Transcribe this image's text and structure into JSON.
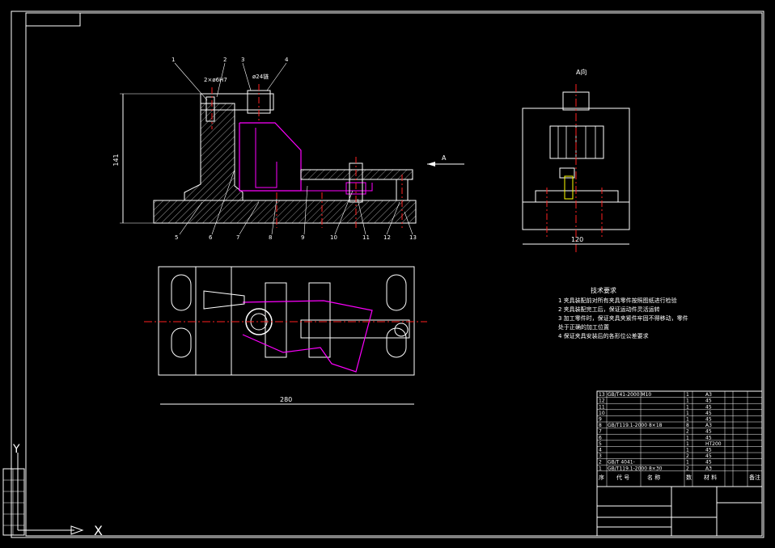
{
  "view_labels": {
    "a_view": "A向",
    "arrow_a": "A"
  },
  "dimensions": {
    "height": "141",
    "width_side": "120",
    "width_plan": "280",
    "fit": "2×ø6H7",
    "ref": "ø24链"
  },
  "part_callouts": [
    "1",
    "2",
    "3",
    "4",
    "5",
    "6",
    "7",
    "8",
    "9",
    "10",
    "11",
    "12",
    "13"
  ],
  "tech_requirements": {
    "title": "技术要求",
    "items": [
      "1  夹具装配前对所有夹具零件按照图纸进行检验",
      "2  夹具装配完工后，保证运动件灵活运转",
      "3  加工零件时，保证夹具夹紧件牢固不得移动，零件",
      "    处于正确的加工位置",
      "4  保证夹具安装后的各形位公差要求"
    ]
  },
  "bom": {
    "rows": [
      {
        "no": "13",
        "code": "GB/T41-2000 M10",
        "qty": "1",
        "mat": "A3"
      },
      {
        "no": "12",
        "code": "",
        "qty": "1",
        "mat": "45"
      },
      {
        "no": "11",
        "code": "",
        "qty": "1",
        "mat": "45"
      },
      {
        "no": "10",
        "code": "",
        "qty": "1",
        "mat": "45"
      },
      {
        "no": "9",
        "code": "",
        "qty": "1",
        "mat": "45"
      },
      {
        "no": "8",
        "code": "GB/T119.1-2000 8×18",
        "qty": "8",
        "mat": "A3"
      },
      {
        "no": "7",
        "code": "",
        "qty": "2",
        "mat": "45"
      },
      {
        "no": "6",
        "code": "",
        "qty": "1",
        "mat": "45"
      },
      {
        "no": "5",
        "code": "",
        "qty": "1",
        "mat": "HT200"
      },
      {
        "no": "4",
        "code": "",
        "qty": "1",
        "mat": "45"
      },
      {
        "no": "3",
        "code": "",
        "qty": "2",
        "mat": "45"
      },
      {
        "no": "2",
        "code": "GB/T 4041-",
        "qty": "1",
        "mat": "45"
      },
      {
        "no": "1",
        "code": "GB/T119.1-2000 8×30",
        "qty": "2",
        "mat": "A3"
      }
    ],
    "header": {
      "seq": "序",
      "code": "代  号",
      "name": "名  称",
      "qty": "数",
      "mat": "材  料",
      "note": "备注"
    }
  },
  "axes": {
    "x": "X",
    "y": "Y"
  },
  "colors": {
    "line": "#ffffff",
    "magenta": "#ff00ff",
    "red": "#ff2020",
    "yellow": "#ffff00",
    "hatch": "#cfcfcf"
  }
}
